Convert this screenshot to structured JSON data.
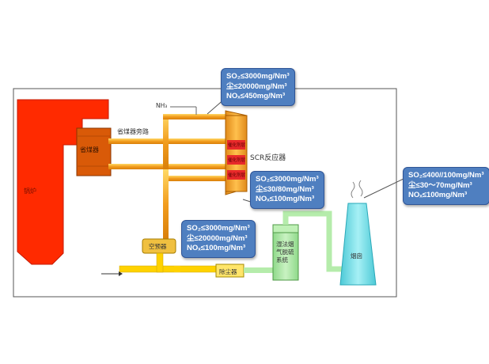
{
  "labels": {
    "boiler": "锅炉",
    "economizer": "省煤器",
    "economizer_bypass": "省煤器旁路",
    "nh3": "NH₃",
    "scr_reactor": "SCR反应器",
    "catalyst_layers": [
      "催化剂层",
      "催化剂层",
      "催化剂层"
    ],
    "air_preheater": "空预器",
    "dust_collector": "除尘器",
    "fgd": [
      "湿法烟",
      "气脱硫",
      "系统"
    ],
    "chimney": "烟囱"
  },
  "boxes": {
    "scr_inlet": [
      "SO₂≤3000mg/Nm³",
      "尘≤20000mg/Nm³",
      "NOₓ≤450mg/Nm³"
    ],
    "scr_outlet": [
      "SO₂≤3000mg/Nm³",
      "尘≤30/80mg/Nm³",
      "NOₓ≤100mg/Nm³"
    ],
    "preheater_outlet": [
      "SO₂≤3000mg/Nm³",
      "尘≤20000mg/Nm³",
      "NOₓ≤100mg/Nm³"
    ],
    "stack_outlet": [
      "SO₂≤400//100mg/Nm³",
      "尘≤30～70mg/Nm³",
      "NOₓ≤100mg/Nm³"
    ]
  },
  "colors": {
    "boiler": "#ff2a00",
    "flue_duct": "#f5a623",
    "duct_yellow": "#ffd200",
    "fgd_green": "#a8e6a0",
    "chimney": "#7fe0e8",
    "box_blue": "#4f7fc0"
  }
}
